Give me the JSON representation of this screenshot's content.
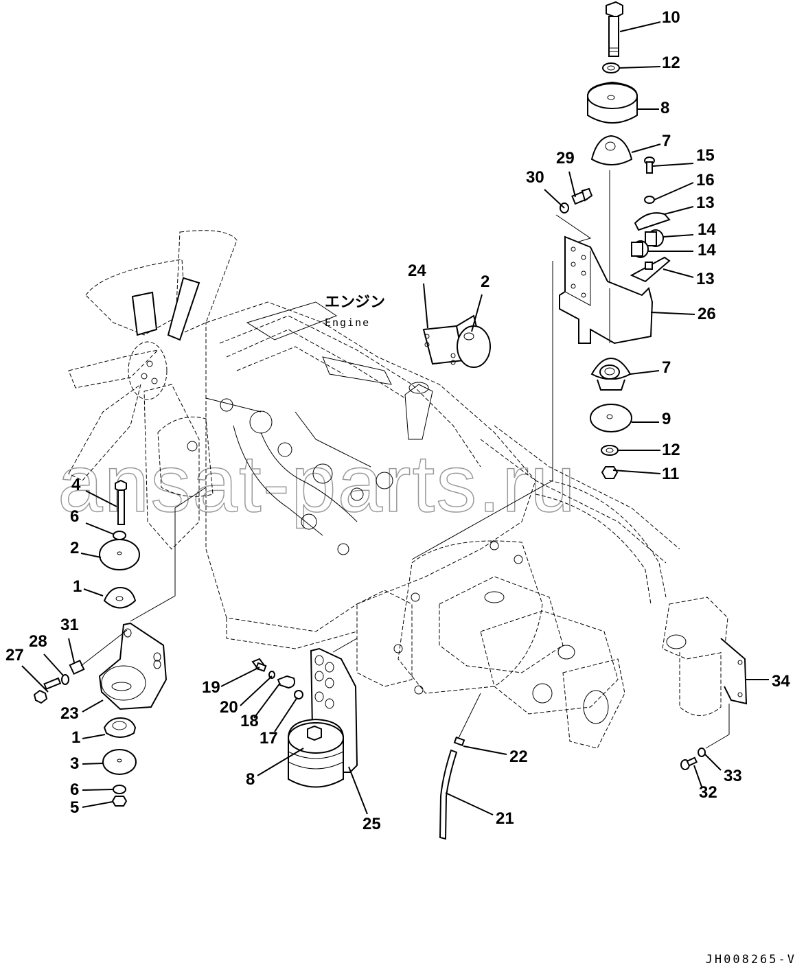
{
  "diagram": {
    "title_jp": "エンジン",
    "title_en": "Engine",
    "drawing_code": "JH008265-V",
    "watermark": "ansat-parts.ru",
    "ink_color": "#000000",
    "watermark_color": "#9a9a9a",
    "components": {
      "engine": "engine-assembly",
      "fan": "cooling-fan",
      "pump": "hydraulic-pump",
      "filter": "filter-assembly"
    },
    "callouts": [
      {
        "id": "c10a",
        "label": "10",
        "part": "bolt"
      },
      {
        "id": "c12a",
        "label": "12",
        "part": "washer"
      },
      {
        "id": "c8a",
        "label": "8",
        "part": "rubber-mount"
      },
      {
        "id": "c7a",
        "label": "7",
        "part": "cushion"
      },
      {
        "id": "c29",
        "label": "29",
        "part": "bolt"
      },
      {
        "id": "c30",
        "label": "30",
        "part": "washer"
      },
      {
        "id": "c15",
        "label": "15",
        "part": "bolt"
      },
      {
        "id": "c16",
        "label": "16",
        "part": "washer"
      },
      {
        "id": "c13a",
        "label": "13",
        "part": "clamp"
      },
      {
        "id": "c14a",
        "label": "14",
        "part": "bushing"
      },
      {
        "id": "c14b",
        "label": "14",
        "part": "bushing"
      },
      {
        "id": "c13b",
        "label": "13",
        "part": "clamp"
      },
      {
        "id": "c26",
        "label": "26",
        "part": "bracket"
      },
      {
        "id": "c7b",
        "label": "7",
        "part": "cushion"
      },
      {
        "id": "c9",
        "label": "9",
        "part": "plate"
      },
      {
        "id": "c12b",
        "label": "12",
        "part": "washer"
      },
      {
        "id": "c11",
        "label": "11",
        "part": "nut"
      },
      {
        "id": "c24",
        "label": "24",
        "part": "bracket"
      },
      {
        "id": "c2a",
        "label": "2",
        "part": "cushion"
      },
      {
        "id": "c4",
        "label": "4",
        "part": "bolt"
      },
      {
        "id": "c6a",
        "label": "6",
        "part": "washer"
      },
      {
        "id": "c2b",
        "label": "2",
        "part": "cushion"
      },
      {
        "id": "c1a",
        "label": "1",
        "part": "cushion"
      },
      {
        "id": "c31",
        "label": "31",
        "part": "spacer"
      },
      {
        "id": "c28",
        "label": "28",
        "part": "washer"
      },
      {
        "id": "c27",
        "label": "27",
        "part": "bolt"
      },
      {
        "id": "c23",
        "label": "23",
        "part": "bracket"
      },
      {
        "id": "c1b",
        "label": "1",
        "part": "cushion"
      },
      {
        "id": "c3",
        "label": "3",
        "part": "plate"
      },
      {
        "id": "c6b",
        "label": "6",
        "part": "washer"
      },
      {
        "id": "c5",
        "label": "5",
        "part": "nut"
      },
      {
        "id": "c19",
        "label": "19",
        "part": "bolt"
      },
      {
        "id": "c20",
        "label": "20",
        "part": "washer"
      },
      {
        "id": "c18",
        "label": "18",
        "part": "clamp"
      },
      {
        "id": "c17",
        "label": "17",
        "part": "spacer"
      },
      {
        "id": "c8b",
        "label": "8",
        "part": "rubber-mount"
      },
      {
        "id": "c25",
        "label": "25",
        "part": "bracket"
      },
      {
        "id": "c22",
        "label": "22",
        "part": "fitting"
      },
      {
        "id": "c21",
        "label": "21",
        "part": "hose"
      },
      {
        "id": "c34",
        "label": "34",
        "part": "bracket"
      },
      {
        "id": "c33",
        "label": "33",
        "part": "washer"
      },
      {
        "id": "c32",
        "label": "32",
        "part": "bolt"
      }
    ]
  }
}
